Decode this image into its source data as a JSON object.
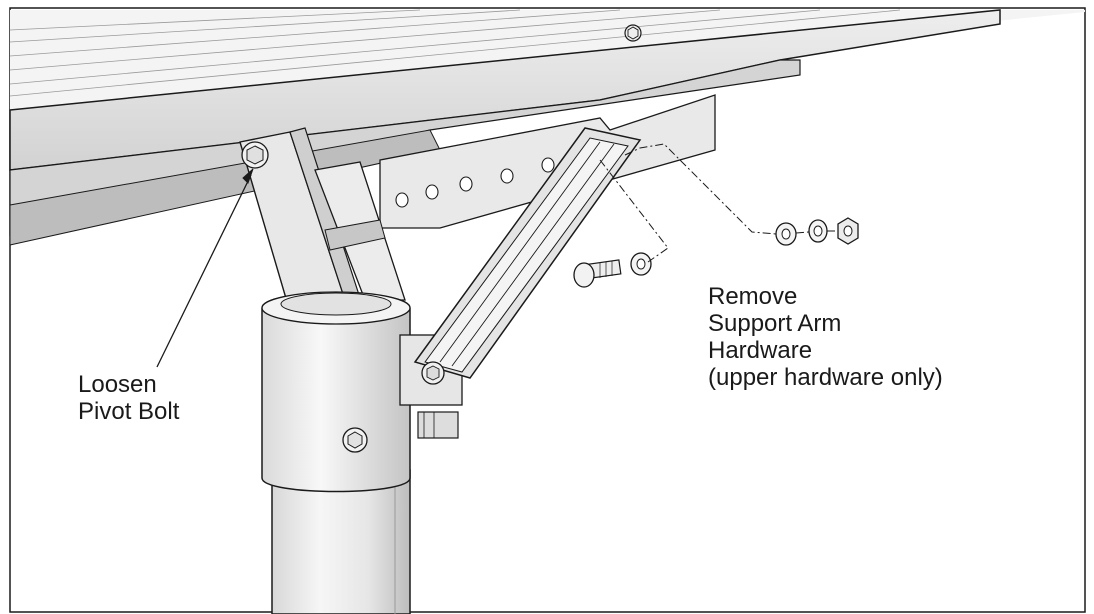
{
  "callouts": {
    "pivot": {
      "lines": [
        "Loosen",
        "Pivot Bolt"
      ]
    },
    "hardware": {
      "lines": [
        "Remove",
        "Support Arm",
        "Hardware",
        "(upper hardware only)"
      ]
    }
  },
  "colors": {
    "line": "#1a1a1a",
    "metal_light": "#f1f1f1",
    "metal_mid": "#dcdcdc",
    "metal_dark": "#b8b8b8",
    "panel_shade": "#c9c9c9"
  }
}
